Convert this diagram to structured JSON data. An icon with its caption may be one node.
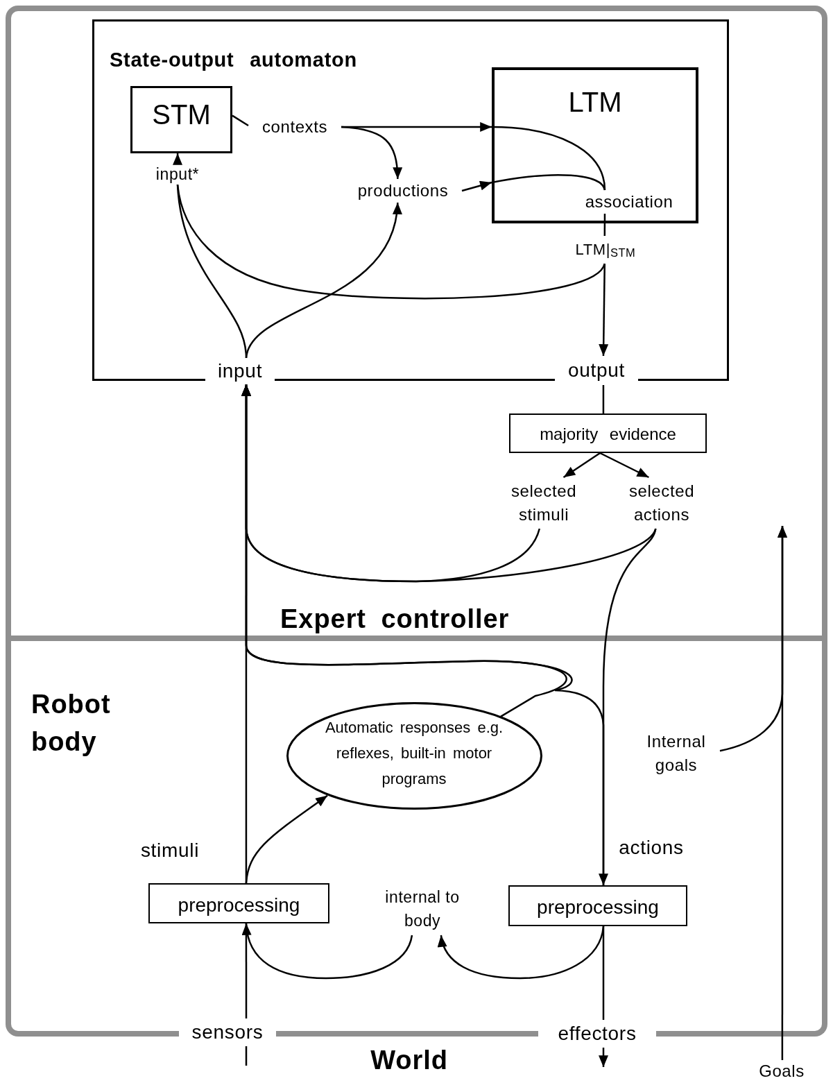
{
  "diagram": {
    "nodes": [
      {
        "text": [
          "Expert controller"
        ]
      },
      {
        "text": [
          "State-output automaton"
        ],
        "in": 0
      },
      {
        "text": [
          "STM"
        ],
        "in": 1
      },
      {
        "text": [
          "LTM"
        ],
        "in": 1
      },
      {
        "text": [
          "contexts"
        ],
        "in": 1
      },
      {
        "text": [
          "input*"
        ],
        "in": 1
      },
      {
        "text": [
          "productions"
        ],
        "in": 1
      },
      {
        "text": [
          "association"
        ],
        "in": 3
      },
      {
        "text": [
          "LTM|$_{STM}$"
        ],
        "in": 1
      },
      {
        "text": [
          "input"
        ],
        "in": 0
      },
      {
        "text": [
          "output"
        ],
        "in": 0
      },
      {
        "text": [
          "majority evidence"
        ],
        "in": 0
      },
      {
        "text": [
          "selected stimuli"
        ],
        "in": 0
      },
      {
        "text": [
          "selected actions"
        ],
        "in": 0
      },
      {
        "text": [
          "Robot body"
        ]
      },
      {
        "text": [
          "Automatic responses e.g. reflexes, built-in motor programs"
        ],
        "in": 14
      },
      {
        "text": [
          "preprocessing"
        ],
        "in": 14
      },
      {
        "text": [
          "preprocessing"
        ],
        "in": 14
      },
      {
        "text": [
          "internal to body"
        ],
        "in": 14
      },
      {
        "text": [
          "Internal goals"
        ],
        "in": 14
      },
      {
        "text": [
          "sensors"
        ]
      },
      {
        "text": [
          "effectors"
        ]
      },
      {
        "text": [
          "Goals"
        ]
      }
    ],
    "edges": [
      {
        "from": 4,
        "to": 3,
        "arrow": "to"
      },
      {
        "from": 2,
        "to": 4,
        "arrow": "none"
      },
      {
        "from": 4,
        "to": 6,
        "arrow": "to"
      },
      {
        "from": 6,
        "to": 3,
        "arrow": "to"
      },
      {
        "from": 5,
        "to": 2,
        "arrow": "to"
      },
      {
        "from": 9,
        "to": 5,
        "arrow": "none"
      },
      {
        "from": 9,
        "to": 6,
        "arrow": "to"
      },
      {
        "from": 8,
        "to": 5,
        "arrow": "none"
      },
      {
        "from": 7,
        "to": 8,
        "arrow": "none"
      },
      {
        "from": 8,
        "to": 10,
        "arrow": "to"
      },
      {
        "from": 10,
        "to": 11,
        "arrow": "none"
      },
      {
        "from": 11,
        "to": 12,
        "arrow": "to"
      },
      {
        "from": 11,
        "to": 13,
        "arrow": "to"
      },
      {
        "from": 12,
        "to": 9,
        "arrow": "to"
      },
      {
        "from": 13,
        "to": 9,
        "arrow": "to"
      },
      {
        "from": 13,
        "to": 17,
        "arrow": "to"
      },
      {
        "from": 16,
        "to": 9,
        "arrow": "to"
      },
      {
        "from": 16,
        "to": 15,
        "arrow": "to"
      },
      {
        "from": 15,
        "to": 9,
        "arrow": "to"
      },
      {
        "from": 17,
        "to": 9,
        "arrow": "to"
      },
      {
        "from": 18,
        "to": 16,
        "arrow": "to"
      },
      {
        "from": 17,
        "to": 18,
        "arrow": "to"
      },
      {
        "from": 20,
        "to": 16,
        "arrow": "none"
      },
      {
        "from": null,
        "to": 20,
        "arrow": "none"
      },
      {
        "from": 17,
        "to": 21,
        "arrow": "none"
      },
      {
        "from": 21,
        "to": null,
        "arrow": "to"
      },
      {
        "from": 22,
        "to": null,
        "arrow": "to"
      },
      {
        "from": 19,
        "to": null,
        "arrow": "to"
      },
      {
        "from": 3,
        "to": 7,
        "arrow": "none"
      },
      {
        "from": 3,
        "to": 7,
        "arrow": "none"
      }
    ],
    "labels": [
      "stimuli",
      "actions",
      "World"
    ]
  }
}
